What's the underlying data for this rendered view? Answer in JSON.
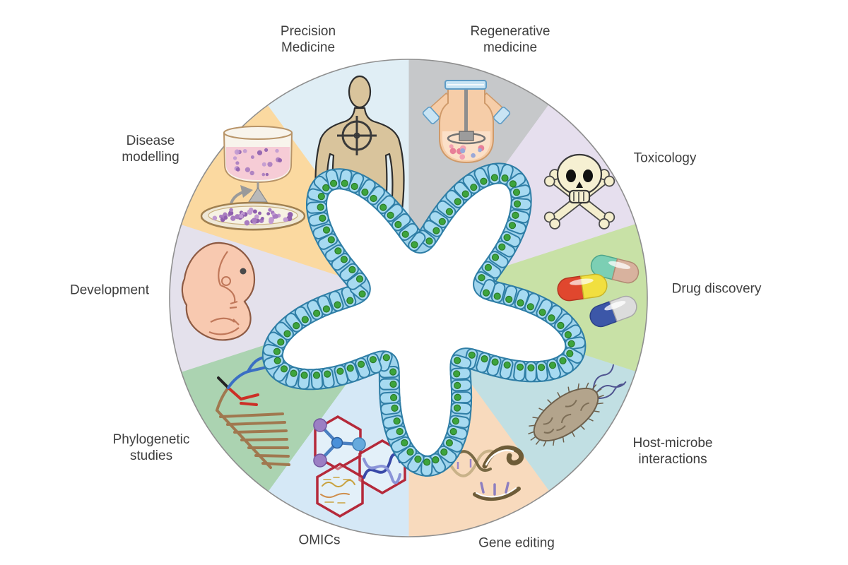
{
  "diagram": {
    "type": "circular wedge diagram",
    "center_icon": "organoid-cell-ring",
    "segments": [
      {
        "id": "regenerative-medicine",
        "label": "Regenerative\nmedicine",
        "color": "#c6c8ca",
        "icon": "bioreactor-icon",
        "start_angle": 0,
        "end_angle": 36
      },
      {
        "id": "toxicology",
        "label": "Toxicology",
        "color": "#e6dfee",
        "icon": "skull-crossbones-icon",
        "start_angle": 36,
        "end_angle": 72
      },
      {
        "id": "drug-discovery",
        "label": "Drug discovery",
        "color": "#c8e1a6",
        "icon": "capsule-pills-icon",
        "start_angle": 72,
        "end_angle": 108
      },
      {
        "id": "host-microbe-interactions",
        "label": "Host-microbe\ninteractions",
        "color": "#c1dfe3",
        "icon": "bacterium-icon",
        "start_angle": 108,
        "end_angle": 144
      },
      {
        "id": "gene-editing",
        "label": "Gene editing",
        "color": "#f8dabd",
        "icon": "dna-cut-icon",
        "start_angle": 144,
        "end_angle": 180
      },
      {
        "id": "omics",
        "label": "OMICs",
        "color": "#d5e8f6",
        "icon": "hexagon-omics-icon",
        "start_angle": 180,
        "end_angle": 216
      },
      {
        "id": "phylogenetic-studies",
        "label": "Phylogenetic\nstudies",
        "color": "#abd3b1",
        "icon": "phylogenetic-tree-icon",
        "start_angle": 216,
        "end_angle": 252
      },
      {
        "id": "development",
        "label": "Development",
        "color": "#e4e1ec",
        "icon": "embryo-icon",
        "start_angle": 252,
        "end_angle": 288
      },
      {
        "id": "disease-modelling",
        "label": "Disease\nmodelling",
        "color": "#fbd9a0",
        "icon": "organoid-culture-icon",
        "start_angle": 288,
        "end_angle": 324
      },
      {
        "id": "precision-medicine",
        "label": "Precision\nMedicine",
        "color": "#e0eef5",
        "icon": "human-target-icon",
        "start_angle": 324,
        "end_angle": 360
      }
    ],
    "style": {
      "cell_fill": "#a7daf1",
      "cell_stroke": "#2f7ea6",
      "band_fill": "#9fd3ec",
      "nucleus_fill": "#3da43d",
      "nucleus_stroke": "#2b7a2b",
      "circle_outline": "#8f8f8f",
      "lumen": "#ffffff",
      "label_color": "#3e3e3e"
    }
  }
}
